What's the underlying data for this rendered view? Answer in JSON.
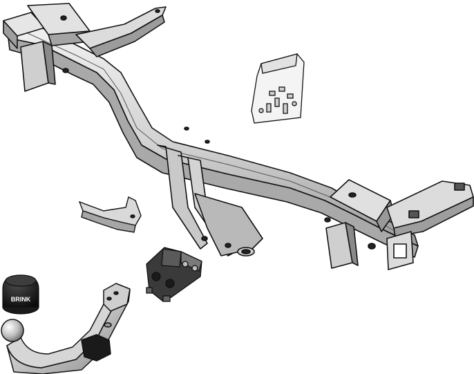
{
  "illustration": {
    "parts": [
      {
        "part": "crossbar-frame"
      },
      {
        "part": "fixing-kit-bag"
      },
      {
        "part": "mounting-bracket"
      },
      {
        "part": "socket-plate"
      },
      {
        "part": "ball-cover-cap"
      },
      {
        "part": "detachable-tow-ball-neck"
      }
    ],
    "ball_cover_brand": "BRINK"
  },
  "colors": {
    "outline": "#111111",
    "face_light": "#e8e8e8",
    "face_mid": "#bdbdbd",
    "face_dark": "#8a8a8a",
    "rubber": "#1a1a1a",
    "background": "#ffffff"
  }
}
